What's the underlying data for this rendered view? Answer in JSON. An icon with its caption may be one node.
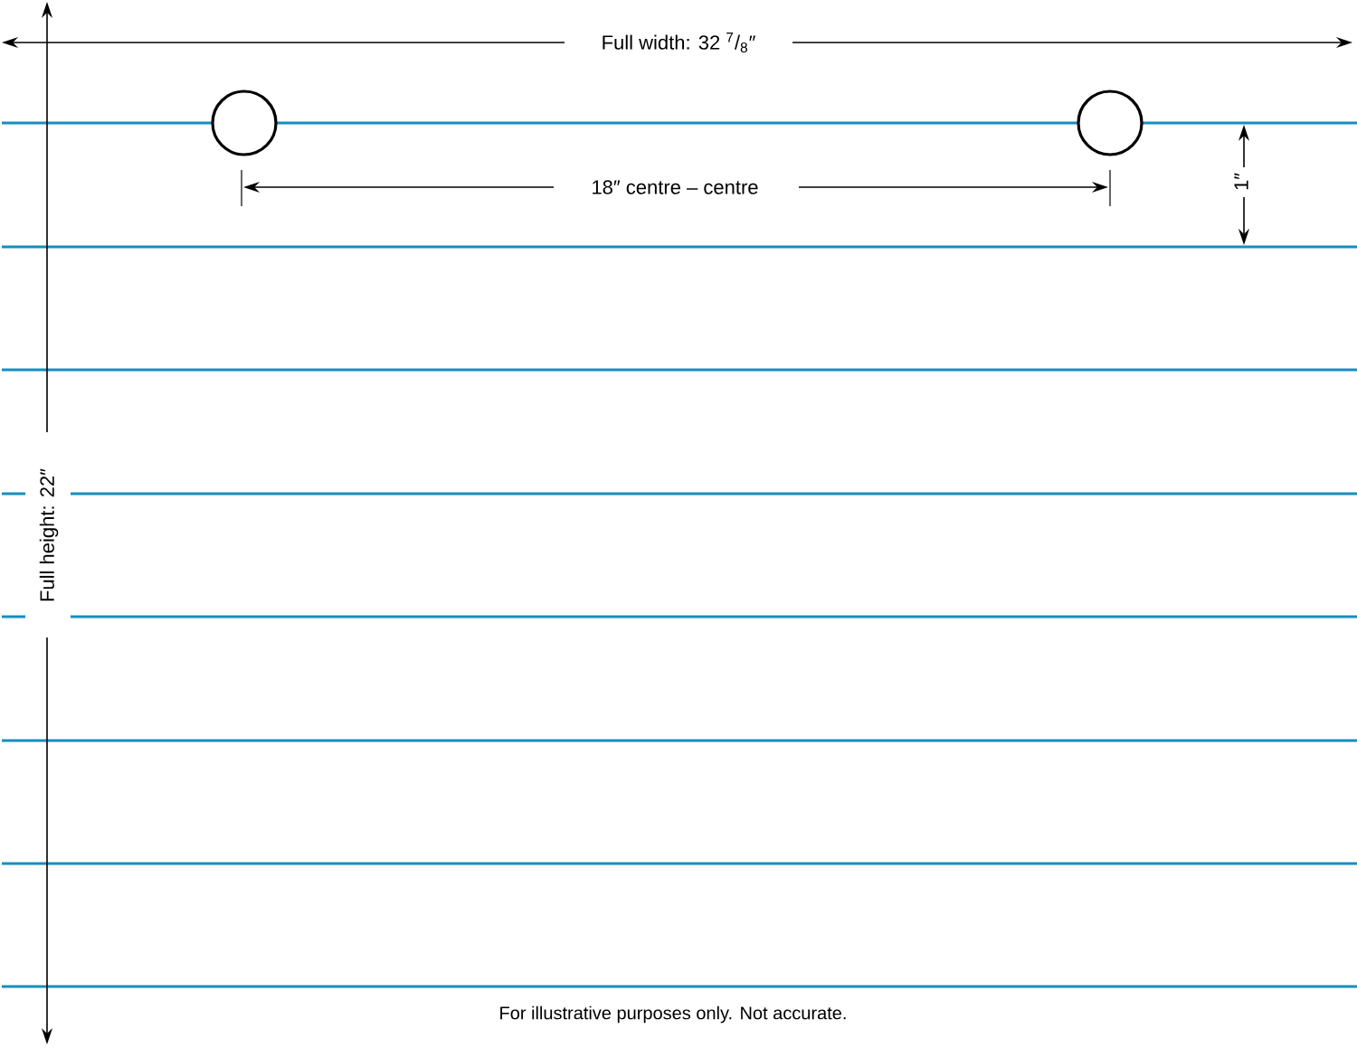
{
  "diagram": {
    "nodes": [
      {
        "text": [],
        "shape": "circle"
      },
      {
        "text": [],
        "shape": "circle"
      }
    ],
    "labels": [
      "Full width: 32 $^{7}$/$_{8}$″",
      "18″ centre – centre",
      "1″",
      "Full height: 22″",
      "For illustrative purposes only.  Not accurate."
    ]
  }
}
